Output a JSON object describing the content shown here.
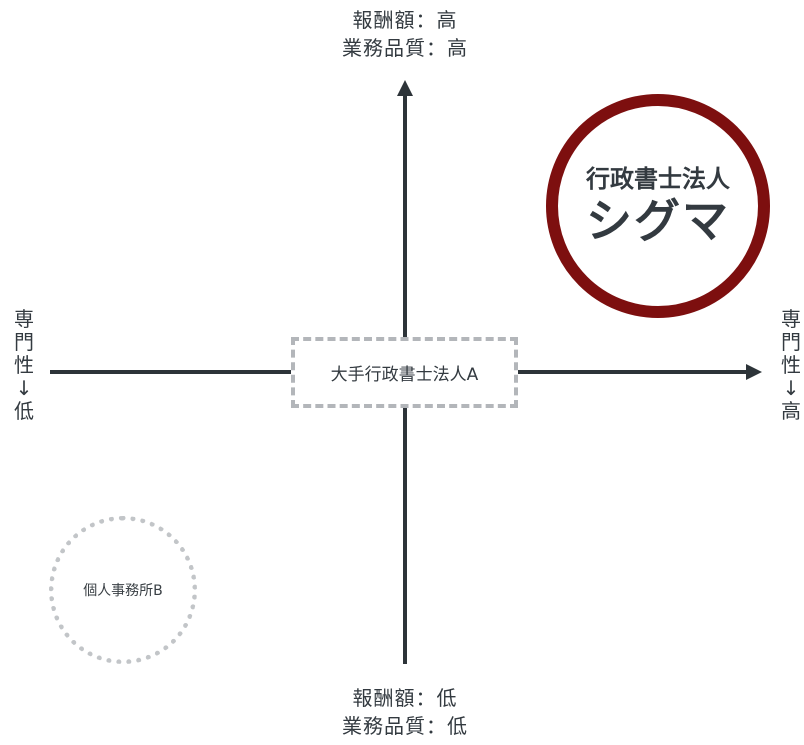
{
  "axes": {
    "top_line1": "報酬額：高",
    "top_line2": "業務品質：高",
    "bottom_line1": "報酬額：低",
    "bottom_line2": "業務品質：低",
    "left": [
      "専",
      "門",
      "性",
      "↓",
      "低"
    ],
    "right": [
      "専",
      "門",
      "性",
      "↓",
      "高"
    ]
  },
  "entities": {
    "center_box": "大手行政書士法人A",
    "company_line1": "行政書士法人",
    "company_line2": "シグマ",
    "small_circle": "個人事務所B"
  },
  "colors": {
    "axis": "#2d3439",
    "accent_ring": "#7d0f0f",
    "dashed_border": "#b3b6ba"
  }
}
